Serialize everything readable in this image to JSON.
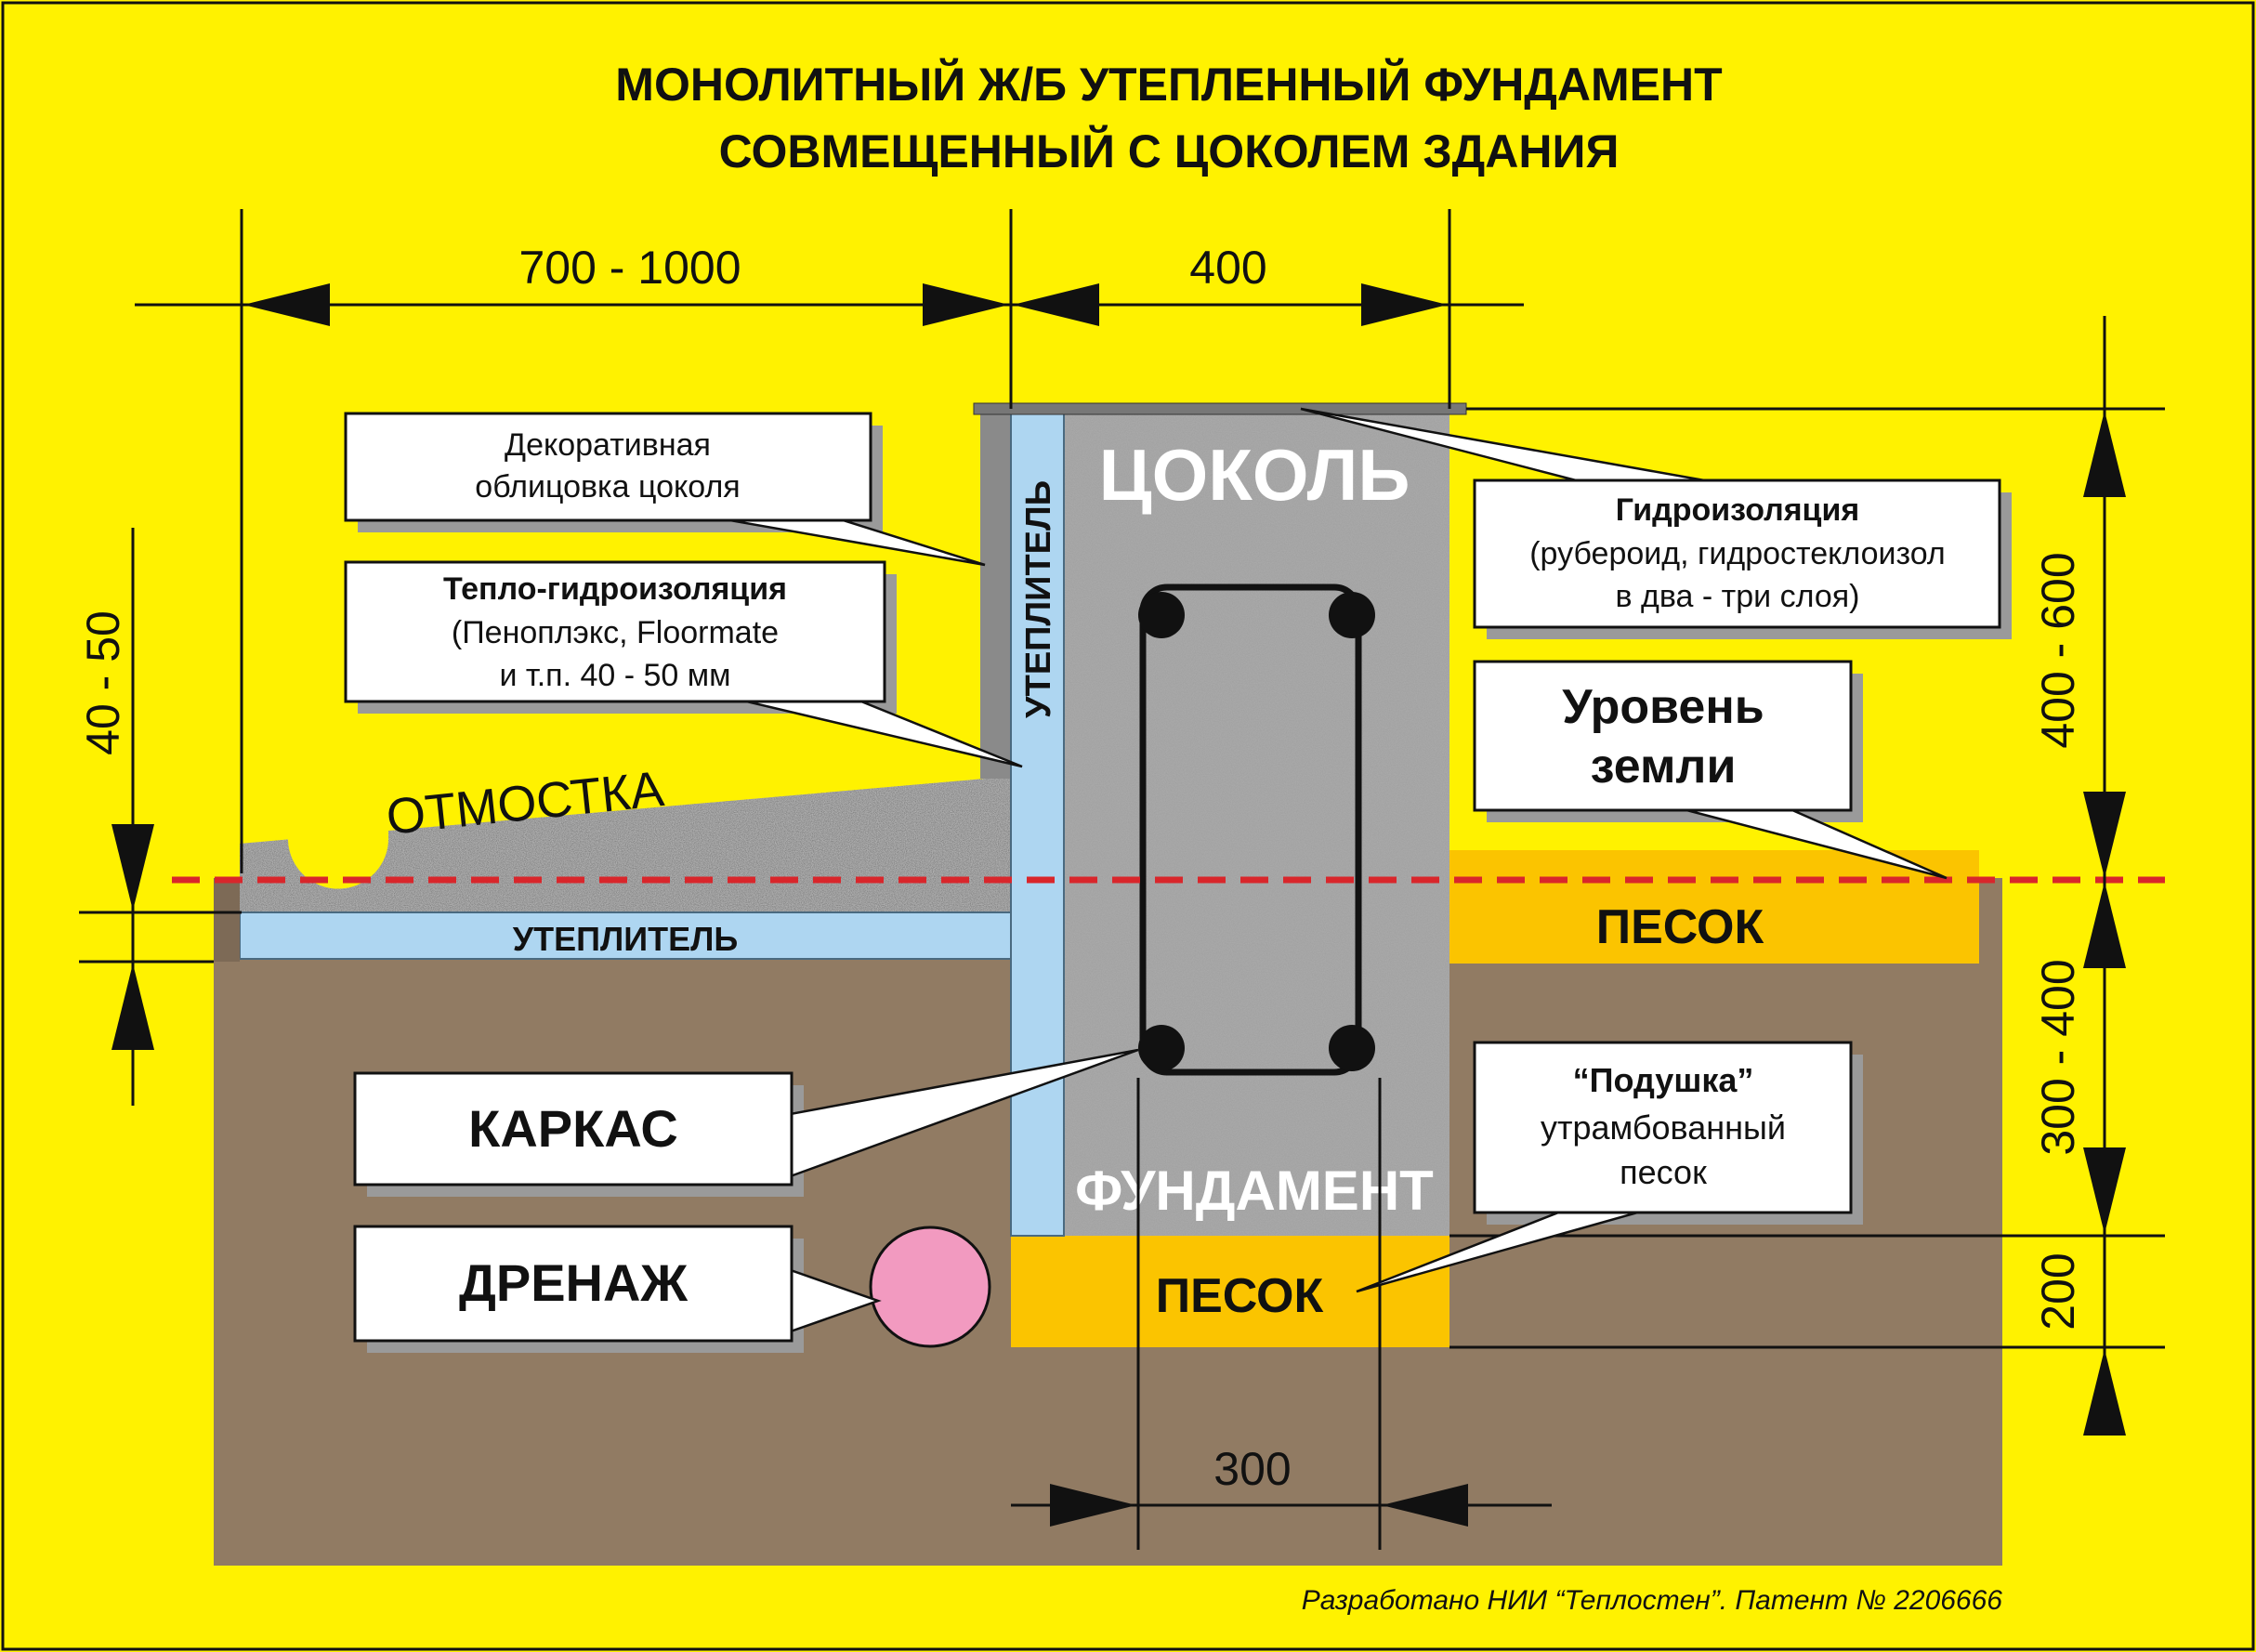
{
  "title": {
    "line1": "МОНОЛИТНЫЙ Ж/Б УТЕПЛЕННЫЙ ФУНДАМЕНТ",
    "line2": "СОВМЕЩЕННЫЙ С ЦОКОЛЕМ ЗДАНИЯ"
  },
  "dimensions": {
    "width_otmostka": "700 - 1000",
    "width_tsokol": "400",
    "width_bottom": "300",
    "height_otmostka": "40 - 50",
    "height_tsokol": "400 - 600",
    "height_foundation": "300 - 400",
    "height_sand": "200"
  },
  "zones": {
    "tsokol": "ЦОКОЛЬ",
    "fundament": "ФУНДАМЕНТ",
    "otmostka": "ОТМОСТКА",
    "insulation_vertical": "УТЕПЛИТЕЛЬ",
    "insulation_horizontal": "УТЕПЛИТЕЛЬ",
    "sand_right": "ПЕСОК",
    "sand_bottom": "ПЕСОК"
  },
  "callouts": {
    "decor": {
      "line1": "Декоративная",
      "line2": "облицовка цоколя"
    },
    "thermo": {
      "line1": "Тепло-гидроизоляция",
      "line2": "(Пеноплэкс, Floormate",
      "line3": "и т.п. 40 - 50 мм"
    },
    "hydro": {
      "line1": "Гидроизоляция",
      "line2": "(рубероид, гидростеклоизол",
      "line3": "в два - три слоя)"
    },
    "ground": {
      "line1": "Уровень",
      "line2": "земли"
    },
    "karkas": "КАРКАС",
    "drenazh": "ДРЕНАЖ",
    "podushka": {
      "line1": "“Подушка”",
      "line2": "утрамбованный",
      "line3": "песок"
    }
  },
  "footer": "Разработано НИИ “Теплостен”. Патент № 2206666",
  "colors": {
    "background": "#fff200",
    "soil": "#917b63",
    "insulation": "#aed6f1",
    "sand": "#fbc400",
    "concrete": "#a9a9a9",
    "ground_line": "#d9262b",
    "drain": "#f29ac0"
  }
}
